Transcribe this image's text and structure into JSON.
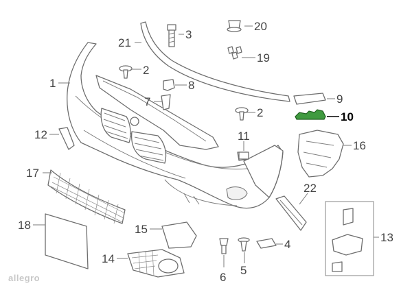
{
  "callouts": {
    "c1": "1",
    "c2a": "2",
    "c2b": "2",
    "c3": "3",
    "c4": "4",
    "c5": "5",
    "c6": "6",
    "c7": "7",
    "c8": "8",
    "c9": "9",
    "c10": "10",
    "c11": "11",
    "c12": "12",
    "c13": "13",
    "c14": "14",
    "c15": "15",
    "c16": "16",
    "c17": "17",
    "c18": "18",
    "c19": "19",
    "c20": "20",
    "c21": "21",
    "c22": "22"
  },
  "highlight": {
    "part_number": "10",
    "color": "#3f9a3f"
  },
  "watermark": {
    "text": "allegro"
  },
  "colors": {
    "line": "#6e6e6e",
    "text": "#444444"
  }
}
